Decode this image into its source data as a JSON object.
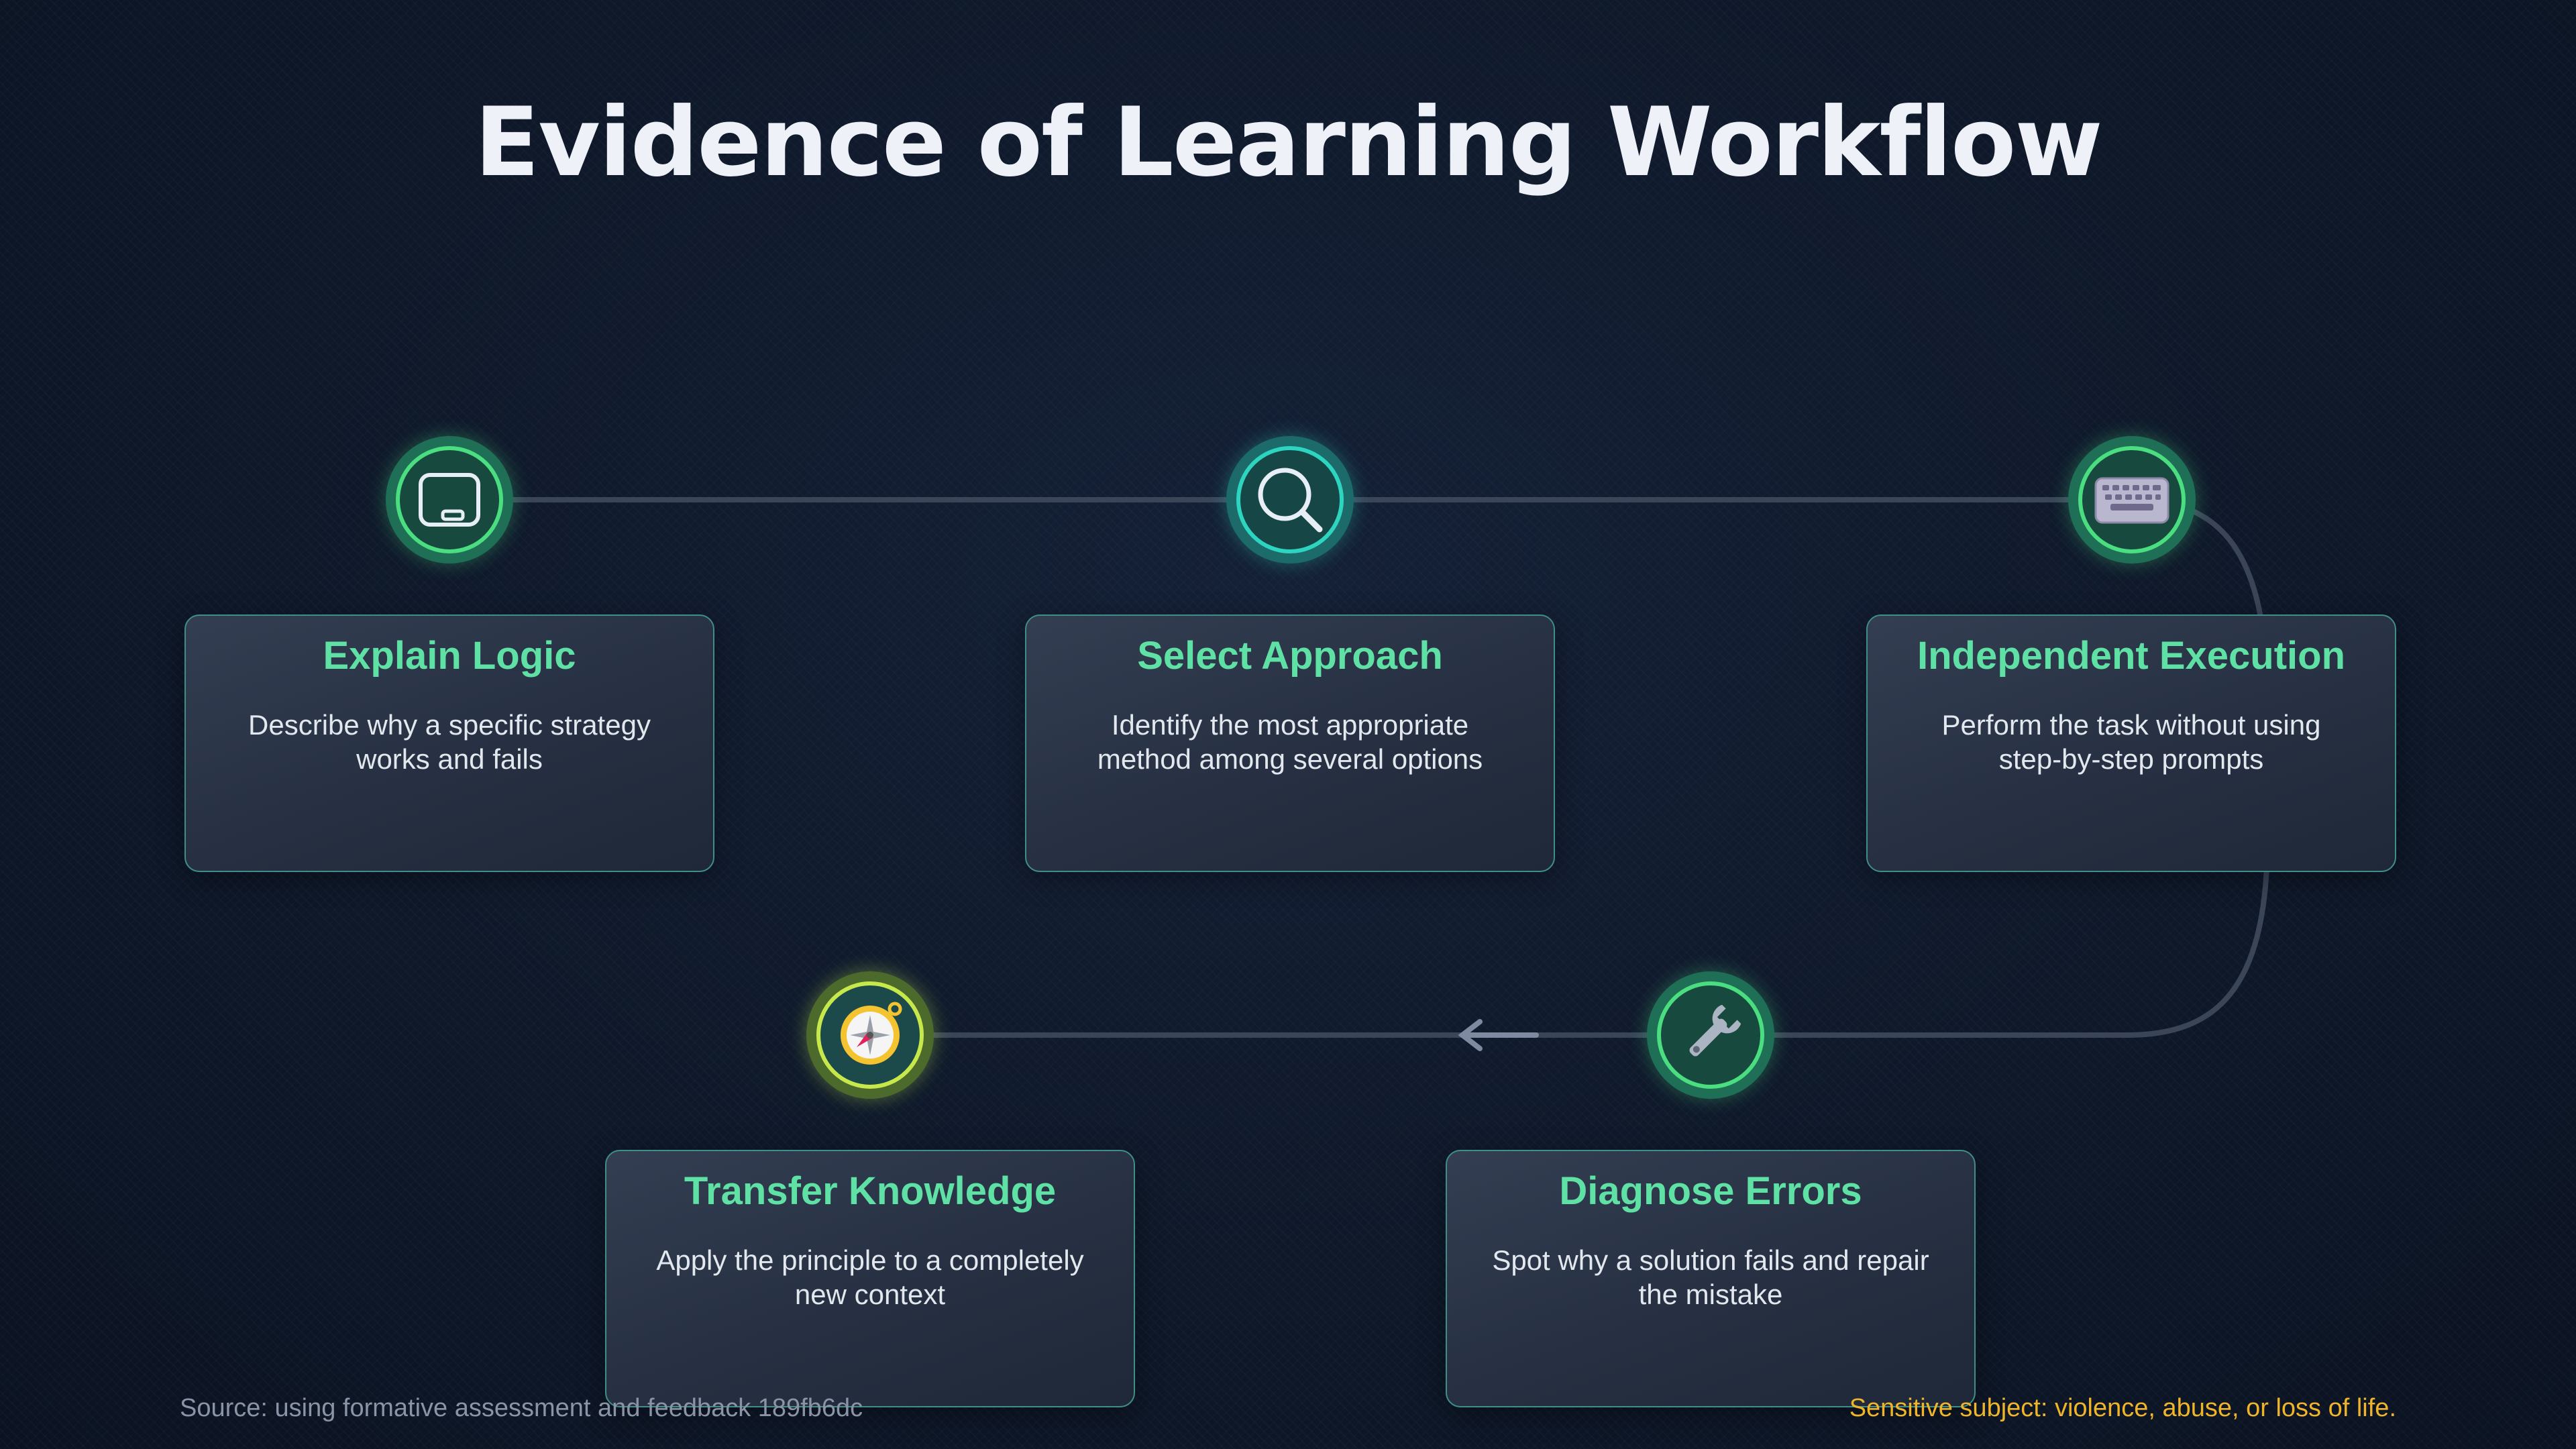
{
  "title": "Evidence of Learning Workflow",
  "steps": [
    {
      "title": "Explain Logic",
      "desc": "Describe why a specific strategy works and fails",
      "icon": "tablet-icon"
    },
    {
      "title": "Select Approach",
      "desc": "Identify the most appropriate method among several options",
      "icon": "magnifier-icon"
    },
    {
      "title": "Independent Execution",
      "desc": "Perform the task without using step-by-step prompts",
      "icon": "keyboard-icon"
    },
    {
      "title": "Diagnose Errors",
      "desc": "Spot why a solution fails and repair the mistake",
      "icon": "wrench-icon"
    },
    {
      "title": "Transfer Knowledge",
      "desc": "Apply the principle to a completely new context",
      "icon": "compass-icon"
    }
  ],
  "footer": {
    "source": "Source: using formative assessment and feedback 189fb6dc",
    "warning": "Sensitive subject: violence, abuse, or loss of life."
  },
  "colors": {
    "accent_green": "#5fe0a4",
    "ring_green": "#4ade80",
    "ring_teal": "#2dd4bf",
    "ring_yellow": "#c7e84b",
    "warning": "#f0b429"
  }
}
